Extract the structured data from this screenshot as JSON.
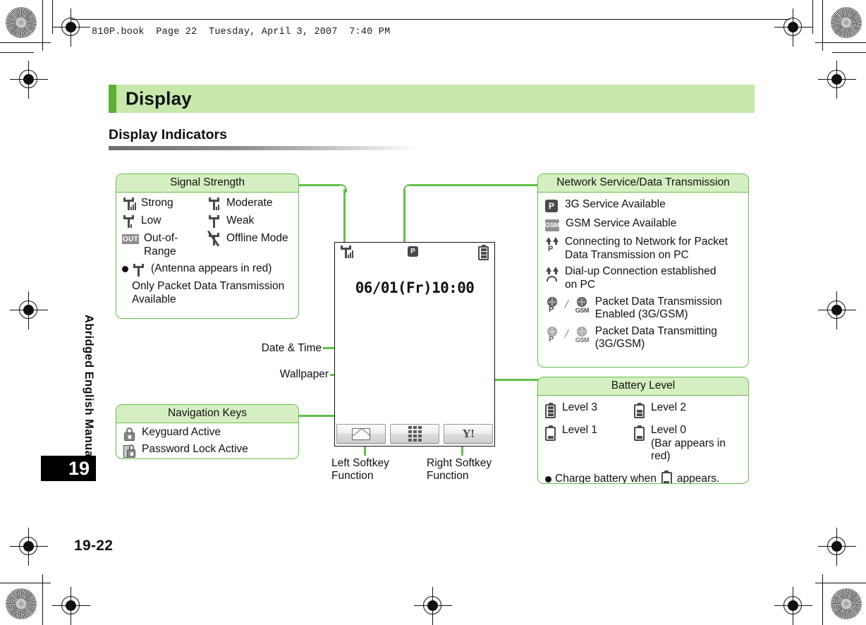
{
  "print_header": "810P.book  Page 22  Tuesday, April 3, 2007  7:40 PM",
  "chapter": {
    "title": "Display"
  },
  "section": {
    "title": "Display Indicators"
  },
  "side_tab": {
    "label": "Abridged English Manual",
    "number": "19"
  },
  "page_number": "19-22",
  "colors": {
    "accent_green": "#62bf4b",
    "banner_green": "#c7e8ab",
    "banner_bar": "#5db033",
    "header_fill": "#d6efc2",
    "icon_gray": "#4a4a4a"
  },
  "boxes": {
    "signal_strength": {
      "title": "Signal Strength",
      "items": [
        {
          "icon": "antenna-strong-icon",
          "label": "Strong"
        },
        {
          "icon": "antenna-moderate-icon",
          "label": "Moderate"
        },
        {
          "icon": "antenna-low-icon",
          "label": "Low"
        },
        {
          "icon": "antenna-weak-icon",
          "label": "Weak"
        },
        {
          "icon": "out-of-range-icon",
          "label": "Out-of-Range"
        },
        {
          "icon": "offline-mode-icon",
          "label": "Offline Mode"
        }
      ],
      "note_line1": "(Antenna appears in red)",
      "note_line2": "Only Packet Data Transmission",
      "note_line3": "Available"
    },
    "network_service": {
      "title": "Network Service/Data Transmission",
      "items": [
        {
          "icon": "3g-service-icon",
          "label": "3G Service Available"
        },
        {
          "icon": "gsm-service-icon",
          "label": "GSM Service Available"
        },
        {
          "icon": "packet-connecting-icon",
          "label_line1": "Connecting to Network for Packet",
          "label_line2": "Data Transmission on PC"
        },
        {
          "icon": "dialup-icon",
          "label_line1": "Dial-up Connection established",
          "label_line2": "on PC"
        },
        {
          "icon": "packet-enabled-icon",
          "label_line1": "Packet Data Transmission",
          "label_line2": "Enabled (3G/GSM)"
        },
        {
          "icon": "packet-transmitting-icon",
          "label_line1": "Packet Data Transmitting",
          "label_line2": "(3G/GSM)"
        }
      ]
    },
    "battery_level": {
      "title": "Battery Level",
      "items": [
        {
          "icon": "battery-level-3-icon",
          "label": "Level 3",
          "segments": 3
        },
        {
          "icon": "battery-level-2-icon",
          "label": "Level 2",
          "segments": 2
        },
        {
          "icon": "battery-level-1-icon",
          "label": "Level 1",
          "segments": 1
        },
        {
          "icon": "battery-level-0-icon",
          "label": "Level 0",
          "sub": "(Bar appears in red)",
          "segments": 1
        }
      ],
      "note_prefix": "Charge battery when",
      "note_suffix": "appears."
    },
    "navigation_keys": {
      "title": "Navigation Keys",
      "items": [
        {
          "icon": "keyguard-icon",
          "label": "Keyguard Active"
        },
        {
          "icon": "password-lock-icon",
          "label": "Password Lock Active"
        }
      ]
    }
  },
  "phone": {
    "clock": "06/01(Fr)10:00",
    "status_icons": [
      "antenna-icon",
      "3g-p-icon",
      "battery-icon"
    ],
    "softkeys": [
      {
        "name": "mail-softkey",
        "icon": "envelope-icon"
      },
      {
        "name": "menu-softkey",
        "icon": "grid-icon"
      },
      {
        "name": "yahoo-softkey",
        "icon": "yahoo-icon",
        "text": "Y!"
      }
    ]
  },
  "annotations": {
    "date_time": "Date & Time",
    "wallpaper": "Wallpaper",
    "left_softkey_line1": "Left Softkey",
    "left_softkey_line2": "Function",
    "right_softkey_line1": "Right Softkey",
    "right_softkey_line2": "Function"
  }
}
